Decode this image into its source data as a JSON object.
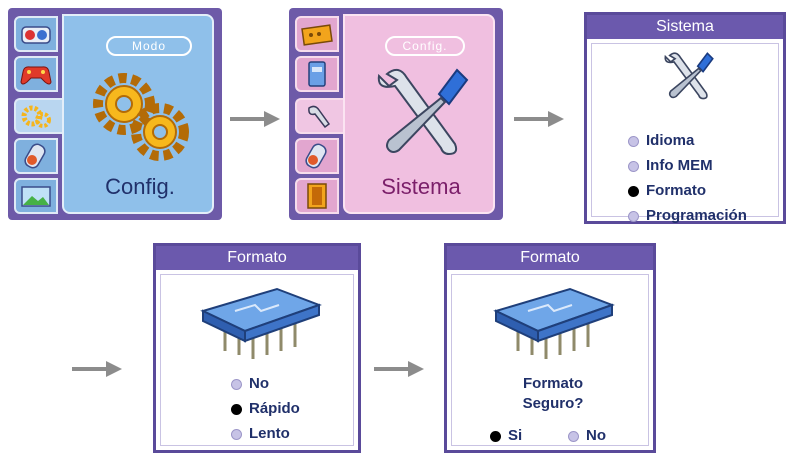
{
  "screen_modo": {
    "pill_label": "Modo",
    "title": "Config.",
    "tabs": [
      "music-tab-icon",
      "game-tab-icon",
      "config-tab-icon",
      "media-tab-icon",
      "photo-tab-icon"
    ]
  },
  "screen_config": {
    "pill_label": "Config.",
    "title": "Sistema",
    "tabs": [
      "display-tab-icon",
      "memory-tab-icon",
      "system-tab-icon",
      "media-tab-icon",
      "exit-tab-icon"
    ]
  },
  "menu_sistema": {
    "header": "Sistema",
    "options": [
      {
        "label": "Idioma",
        "selected": false
      },
      {
        "label": "Info MEM",
        "selected": false
      },
      {
        "label": "Formato",
        "selected": true
      },
      {
        "label": "Programación",
        "selected": false
      }
    ]
  },
  "menu_formato": {
    "header": "Formato",
    "options": [
      {
        "label": "No",
        "selected": false
      },
      {
        "label": "Rápido",
        "selected": true
      },
      {
        "label": "Lento",
        "selected": false
      }
    ]
  },
  "menu_confirm": {
    "header": "Formato",
    "question_line1": "Formato",
    "question_line2": "Seguro?",
    "options": [
      {
        "label": "Si",
        "selected": true
      },
      {
        "label": "No",
        "selected": false
      }
    ]
  },
  "colors": {
    "frame": "#6d5aa8",
    "blue_panel": "#8fc0ea",
    "pink_panel": "#f0bfe0",
    "header": "#6b59ad",
    "arrow": "#8c8c8c"
  }
}
